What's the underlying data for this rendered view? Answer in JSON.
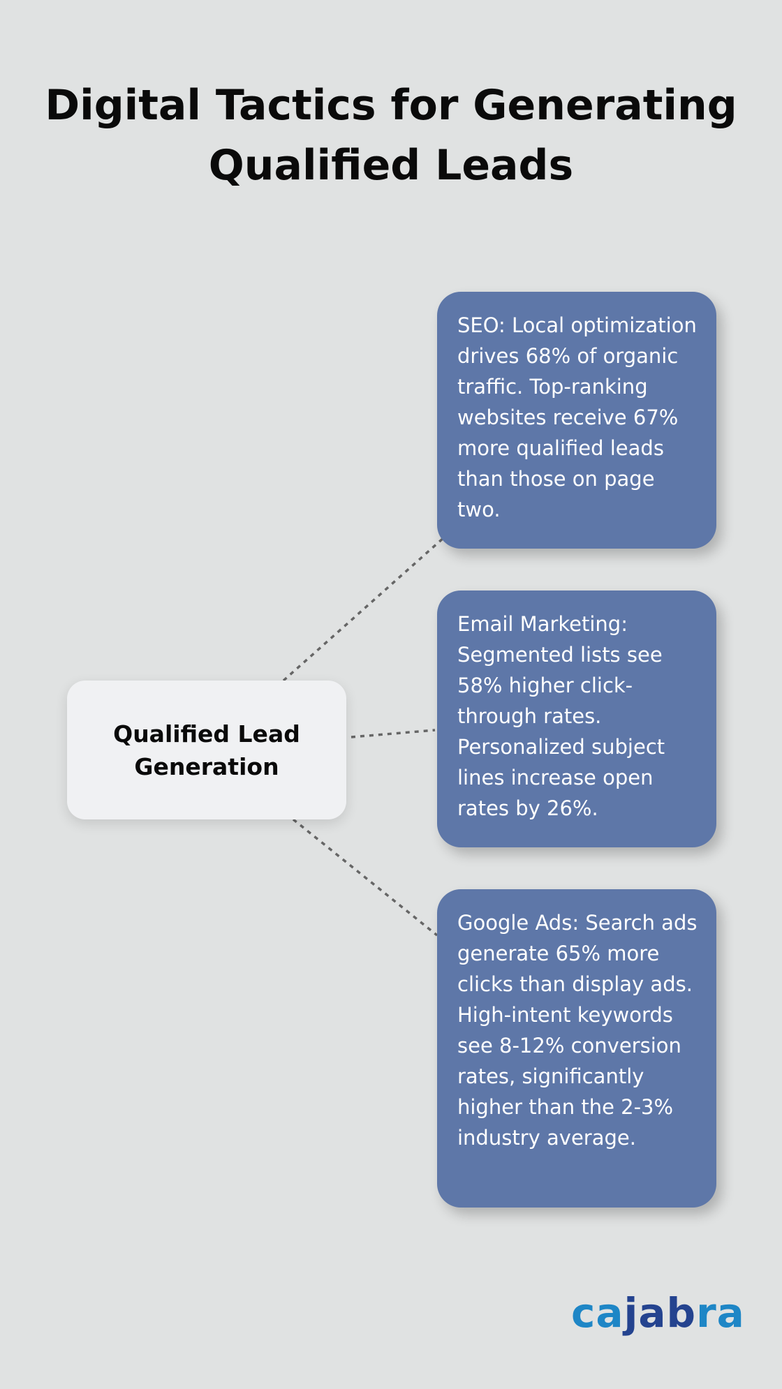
{
  "title": "Digital Tactics for Generating Qualified Leads",
  "center": {
    "label": "Qualified Lead Generation"
  },
  "cards": [
    {
      "id": "seo",
      "text": "SEO: Local optimization drives 68% of organic traffic. Top-ranking websites receive 67% more qualified leads than those on page two."
    },
    {
      "id": "email",
      "text": "Email Marketing: Segmented lists see 58% higher click-through rates. Personalized subject lines increase open rates by 26%."
    },
    {
      "id": "ads",
      "text": "Google Ads: Search ads generate 65% more clicks than display ads. High-intent keywords see 8-12% conversion rates, significantly higher than the 2-3% industry average."
    }
  ],
  "logo": {
    "part1": "ca",
    "part2": "jab",
    "part3": "ra"
  },
  "colors": {
    "background": "#e0e2e2",
    "card": "#5e77a8",
    "center_node": "#f0f1f3",
    "connector": "#666666",
    "logo_light": "#1e86c6",
    "logo_dark": "#24438f"
  }
}
